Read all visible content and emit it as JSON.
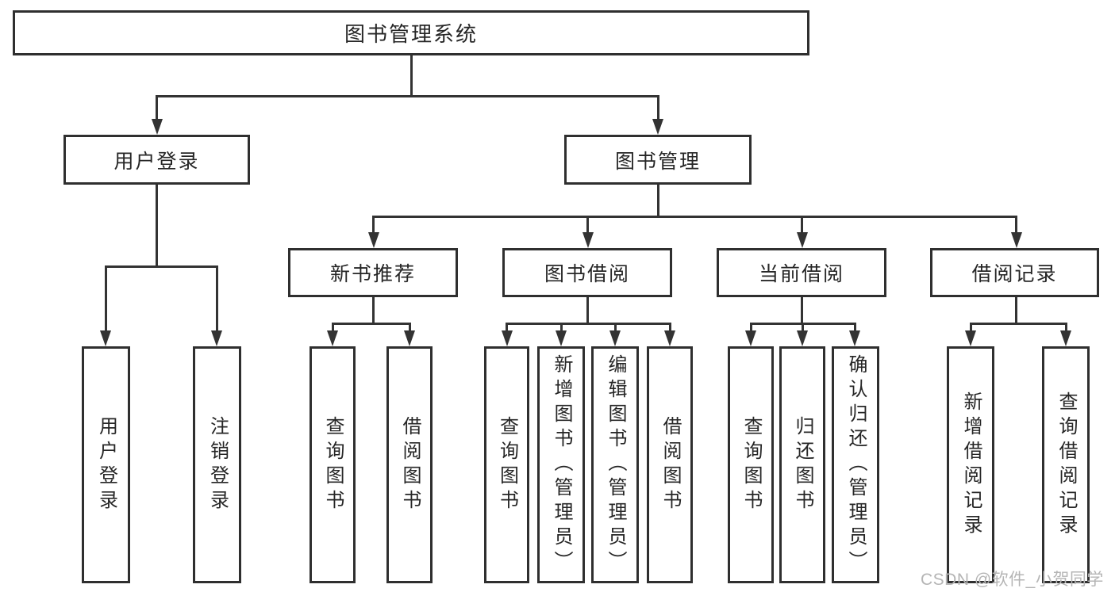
{
  "root": {
    "label": "图书管理系统"
  },
  "level2": {
    "user_login": {
      "label": "用户登录"
    },
    "book_mgmt": {
      "label": "图书管理"
    }
  },
  "level3": {
    "new_books": {
      "label": "新书推荐"
    },
    "book_borrow": {
      "label": "图书借阅"
    },
    "current_borrow": {
      "label": "当前借阅"
    },
    "borrow_records": {
      "label": "借阅记录"
    }
  },
  "leaves": {
    "user_login_children": [
      "用户登录",
      "注销登录"
    ],
    "new_books_children": [
      "查询图书",
      "借阅图书"
    ],
    "book_borrow_children": [
      "查询图书",
      "新增图书（管理员）",
      "编辑图书（管理员）",
      "借阅图书"
    ],
    "current_borrow_children": [
      "查询图书",
      "归还图书",
      "确认归还（管理员）"
    ],
    "borrow_records_children": [
      "新增借阅记录",
      "查询借阅记录"
    ]
  },
  "watermark": "CSDN @软件_小贺同学",
  "colors": {
    "line": "#333333",
    "box_border": "#2f2f2f",
    "box_bg": "#ffffff",
    "text": "#262626",
    "watermark": "#b5b5b5"
  }
}
